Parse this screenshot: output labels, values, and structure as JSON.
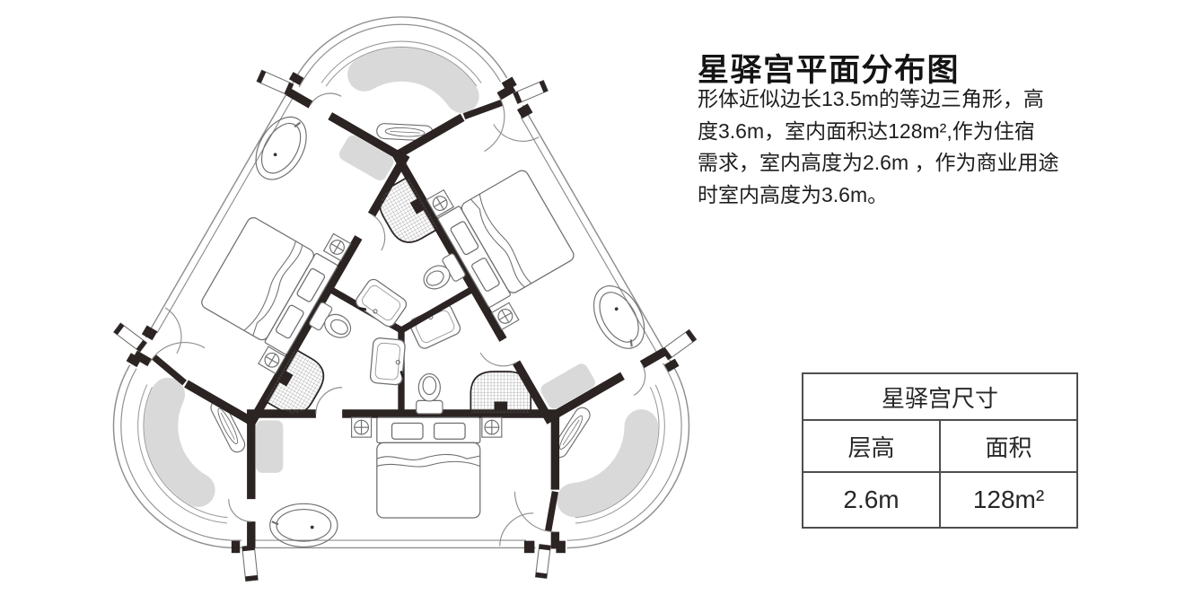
{
  "title": "星驿宫平面分布图",
  "description": {
    "lines": [
      "形体近似边长13.5m的等边三角形，高",
      "度3.6m，室内面积达128m²,作为住宿",
      "需求，室内高度为2.6m ，作为商业用途",
      "时室内高度为3.6m。"
    ]
  },
  "spec_table": {
    "title": "星驿宫尺寸",
    "columns": [
      "层高",
      "面积"
    ],
    "values": [
      "2.6m",
      "128m²"
    ]
  },
  "floor_plan": {
    "shape": "rounded-triangle-suite",
    "wings": [
      "bottom-bedroom",
      "top-left-bedroom",
      "top-right-bedroom"
    ],
    "colors": {
      "wall": "#2b2423",
      "thin_line": "#8f8f8f",
      "decor_gray": "#d9d9d9"
    }
  }
}
